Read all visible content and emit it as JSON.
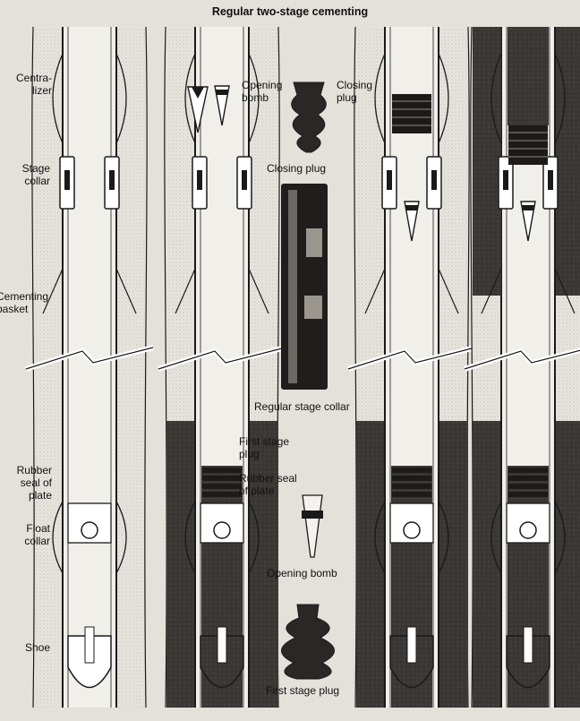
{
  "title": "Regular two-stage cementing",
  "labels": {
    "centralizer": "Centra-\nlizer",
    "stage_collar": "Stage\ncollar",
    "cementing_basket": "Cementing\nbasket",
    "rubber_seal_left": "Rubber\nseal of\nplate",
    "float_collar": "Float\ncollar",
    "shoe": "Shoe",
    "opening_bomb_top": "Opening\nbomb",
    "closing_plug_top": "Closing\nplug",
    "closing_plug_mid": "Closing plug",
    "regular_stage_collar": "Regular stage collar",
    "first_stage_plug_mid": "First stage\nplug",
    "rubber_seal_mid": "Rubber seal\nof plate",
    "opening_bomb_bottom": "Opening bomb",
    "first_stage_plug_bottom": "First stage plug"
  },
  "colors": {
    "background": "#e4e1da",
    "cement": "#3a3735",
    "casing": "#f1efea",
    "line": "#1a1a1a"
  }
}
